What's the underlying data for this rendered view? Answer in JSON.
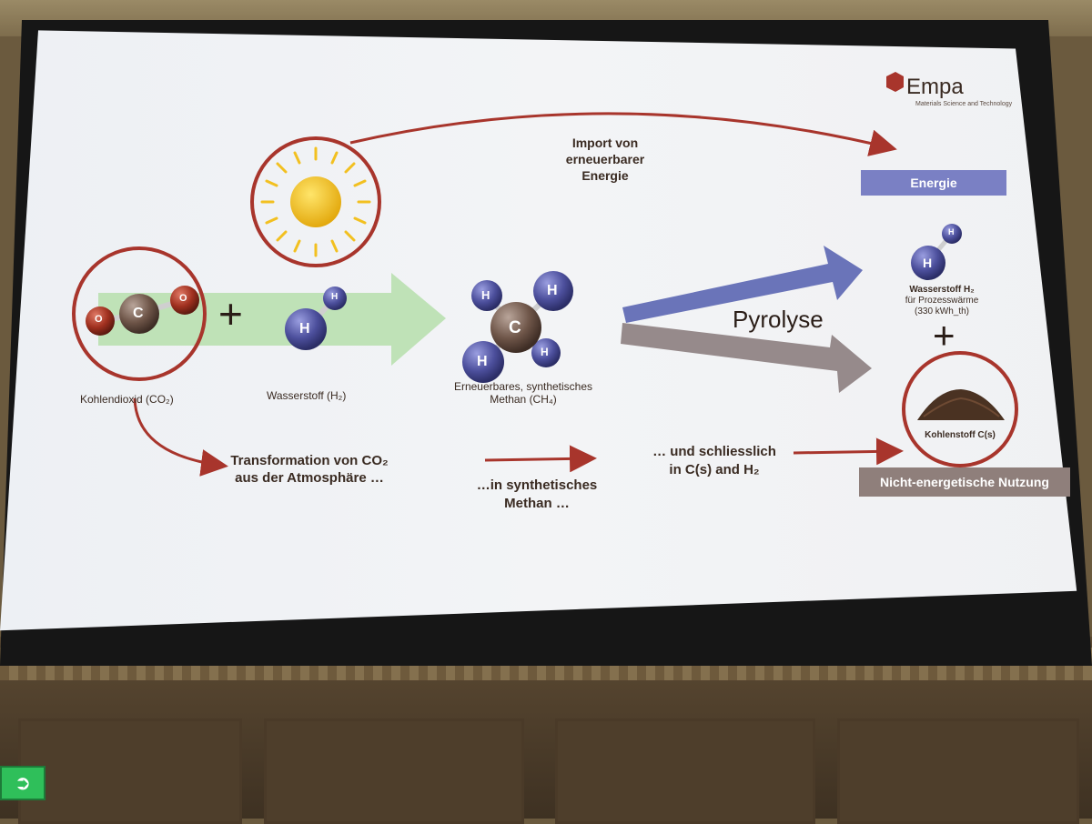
{
  "logo": {
    "name": "Empa",
    "tagline": "Materials Science and Technology"
  },
  "import_label": {
    "line1": "Import von",
    "line2": "erneuerbarer",
    "line3": "Energie"
  },
  "energy_box": "Energie",
  "co2_label": "Kohlendioxid (CO₂)",
  "h2_label": "Wasserstoff (H₂)",
  "methane_label": {
    "line1": "Erneuerbares, synthetisches",
    "line2": "Methan (CH₄)"
  },
  "pyrolysis_label": "Pyrolyse",
  "hydrogen_out": {
    "title": "Wasserstoff H₂",
    "line2": "für Prozesswärme",
    "line3": "(330 kWh_th)"
  },
  "carbon_label": "Kohlenstoff C(s)",
  "non_energy_box": "Nicht-energetische Nutzung",
  "step1": {
    "line1": "Transformation von CO₂",
    "line2": "aus der Atmosphäre …"
  },
  "step2": {
    "line1": "…in synthetisches",
    "line2": "Methan …"
  },
  "step3": {
    "line1": "… und schliesslich",
    "line2": "in C(s) and H₂"
  },
  "atoms": {
    "carbon": "C",
    "oxygen": "O",
    "hydrogen": "H"
  },
  "plus_sign": "+",
  "exit_icon": "exit-sign-icon",
  "colors": {
    "accent_red": "#a8352c",
    "energy_box": "#7a80c4",
    "non_energy_box": "#8f7f7b",
    "green_arrow": "#b9e0b0",
    "blue_arrow": "#6a74b9",
    "grey_arrow": "#968a8b",
    "sun": "#f2c020"
  }
}
